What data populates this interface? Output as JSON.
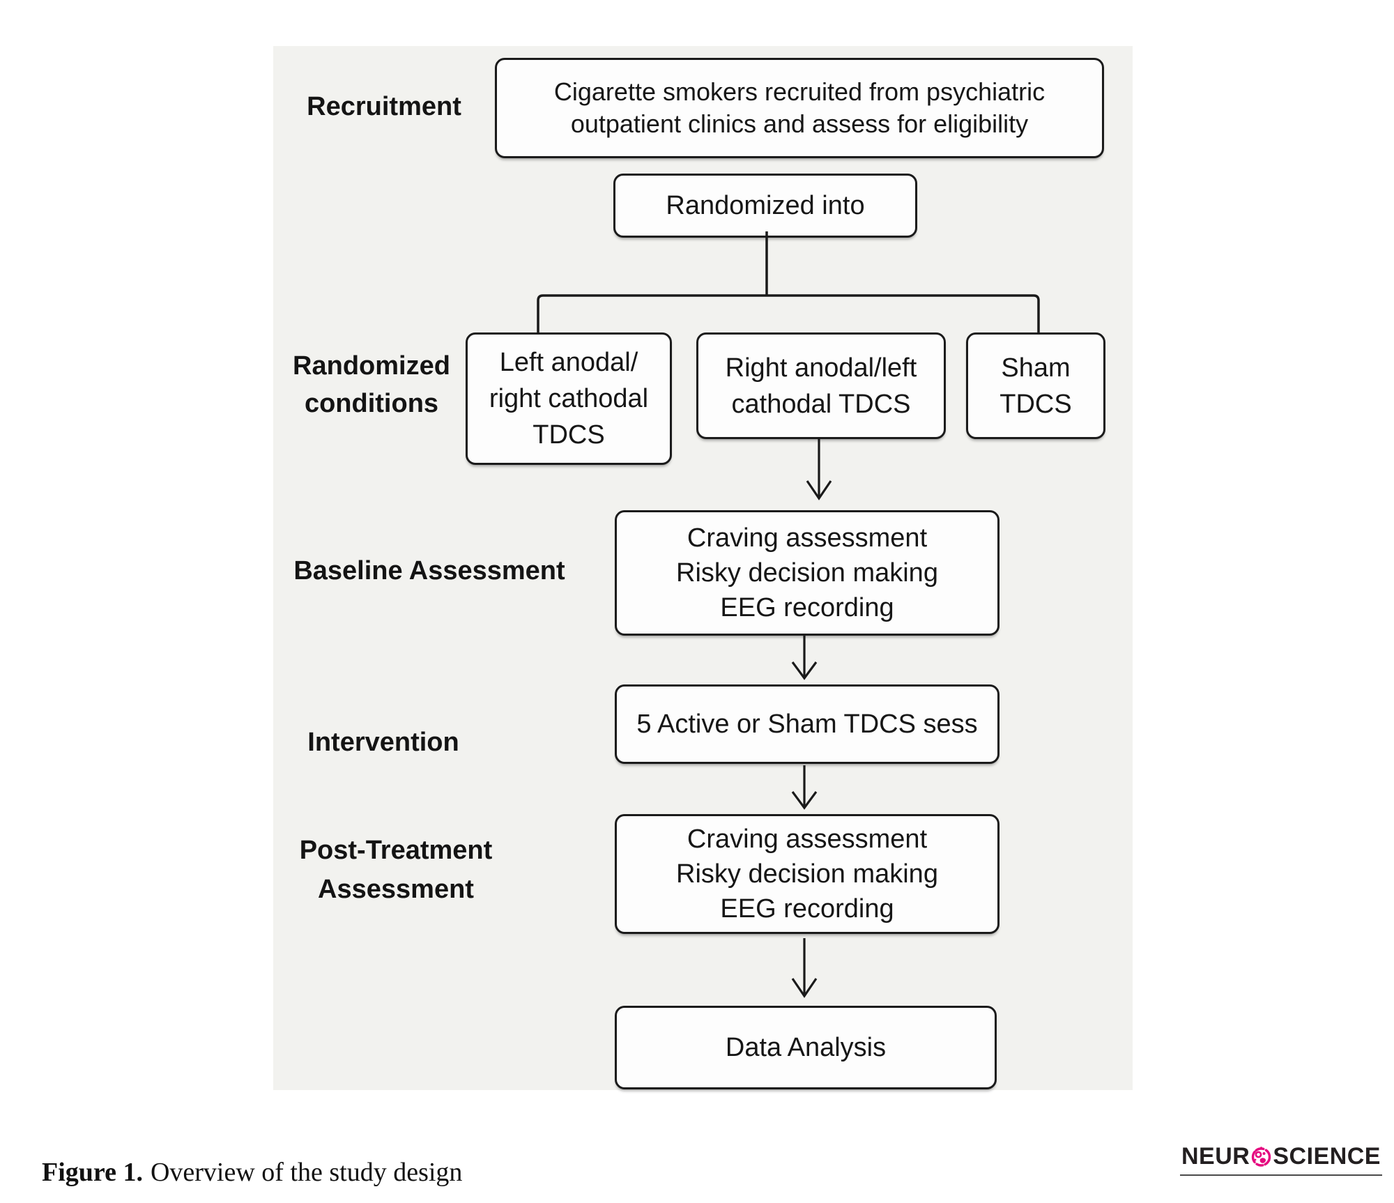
{
  "figure": {
    "caption_bold": "Figure 1.",
    "caption_text": "Overview of the study design"
  },
  "logo": {
    "left": "NEUR",
    "right": "SCIENCE",
    "icon": "pink-cell-icon",
    "pink": "#e5097f",
    "dark": "#231f20"
  },
  "colors": {
    "panel_background": "#f2f2ef",
    "box_fill": "#fdfdfd",
    "box_border": "#1b1b1b",
    "line": "#1a1a1a",
    "text": "#161616"
  },
  "flow": {
    "stage_labels": {
      "recruitment": "Recruitment",
      "randomized_line1": "Randomized",
      "randomized_line2": "conditions",
      "baseline": "Baseline Assessment",
      "intervention": "Intervention",
      "post_line1": "Post-Treatment",
      "post_line2": "Assessment"
    },
    "boxes": {
      "recruit": {
        "lines": [
          "Cigarette smokers recruited from psychiatric",
          "outpatient clinics and assess for eligibility"
        ]
      },
      "randomize": {
        "lines": [
          "Randomized into"
        ]
      },
      "cond_left": {
        "lines": [
          "Left anodal/",
          "right cathodal",
          "TDCS"
        ]
      },
      "cond_mid": {
        "lines": [
          "Right anodal/left",
          "cathodal TDCS"
        ]
      },
      "cond_sham": {
        "lines": [
          "Sham",
          "TDCS"
        ]
      },
      "baseline": {
        "lines": [
          "Craving assessment",
          "Risky decision making",
          "EEG recording"
        ]
      },
      "intervention": {
        "lines": [
          "5 Active or Sham TDCS sess"
        ]
      },
      "post": {
        "lines": [
          "Craving assessment",
          "Risky decision making",
          "EEG recording"
        ]
      },
      "data_analysis": {
        "lines": [
          "Data Analysis"
        ]
      }
    }
  }
}
